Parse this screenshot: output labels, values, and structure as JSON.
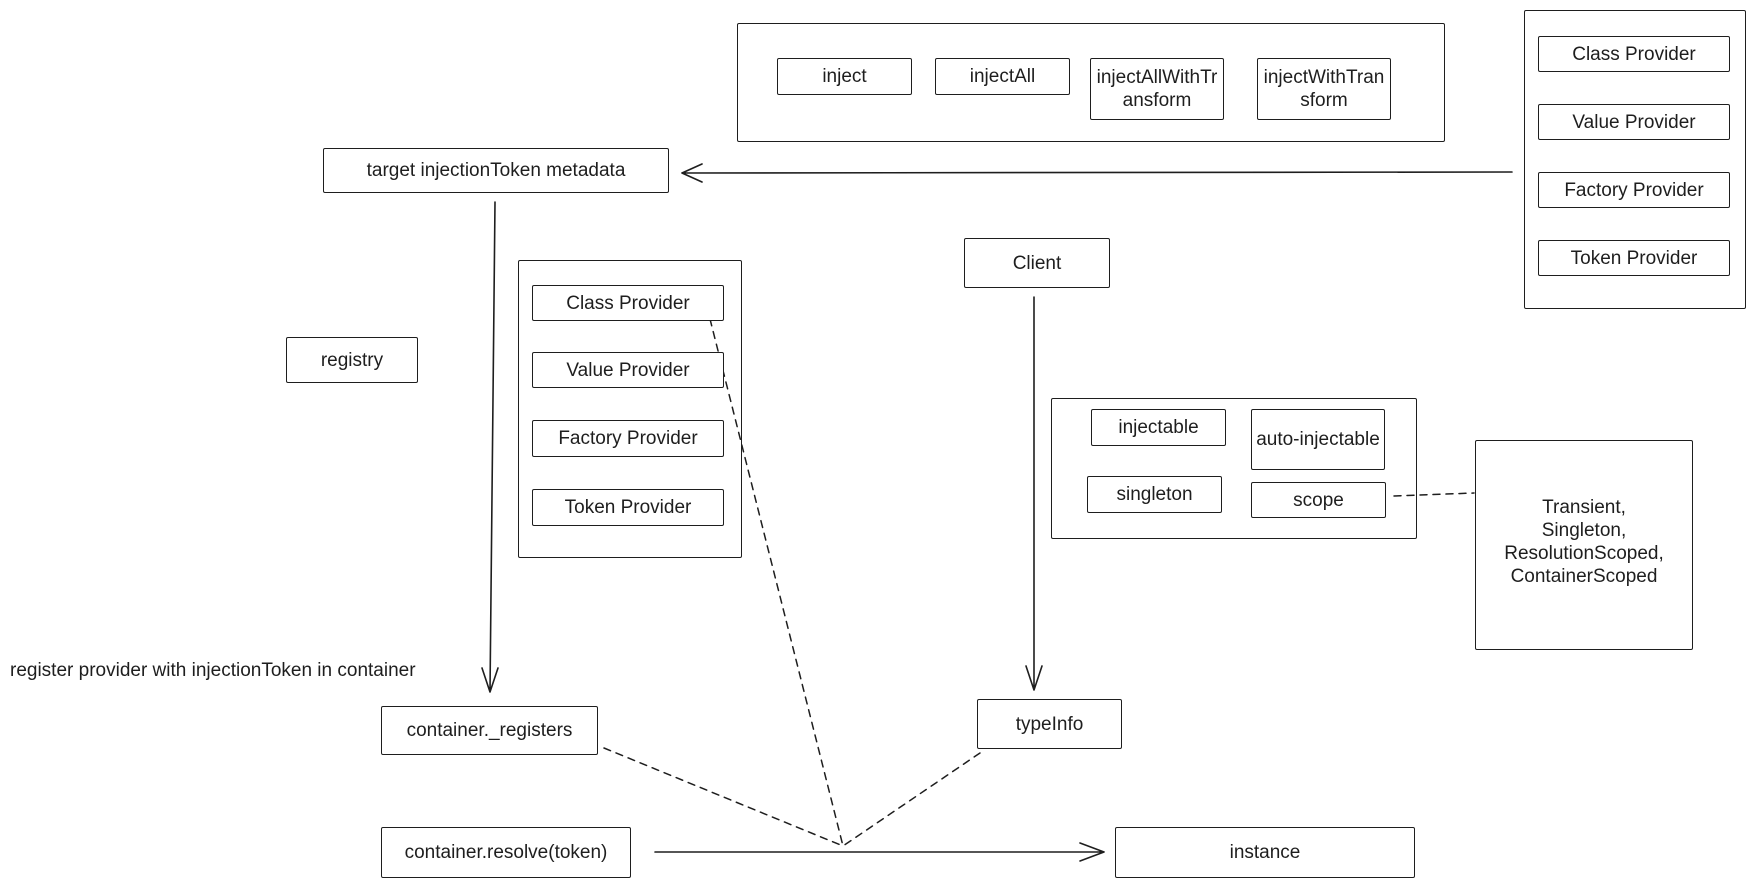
{
  "decorators": {
    "inject": "inject",
    "injectAll": "injectAll",
    "injectAllWithTransform": "injectAllWithTransform",
    "injectWithTransform": "injectWithTransform"
  },
  "providers_right": {
    "class": "Class Provider",
    "value": "Value Provider",
    "factory": "Factory Provider",
    "token": "Token Provider"
  },
  "providers_mid": {
    "class": "Class Provider",
    "value": "Value Provider",
    "factory": "Factory Provider",
    "token": "Token Provider"
  },
  "target_metadata": "target injectionToken metadata",
  "registry": "registry",
  "client": "Client",
  "class_decorators": {
    "injectable": "injectable",
    "auto_injectable": "auto-injectable",
    "singleton": "singleton",
    "scope": "scope"
  },
  "scopes": [
    "Transient,",
    "Singleton,",
    "ResolutionScoped,",
    "ContainerScoped"
  ],
  "register_note": "register provider with injectionToken in container",
  "container_registers": "container._registers",
  "type_info": "typeInfo",
  "container_resolve": "container.resolve(token)",
  "instance": "instance"
}
